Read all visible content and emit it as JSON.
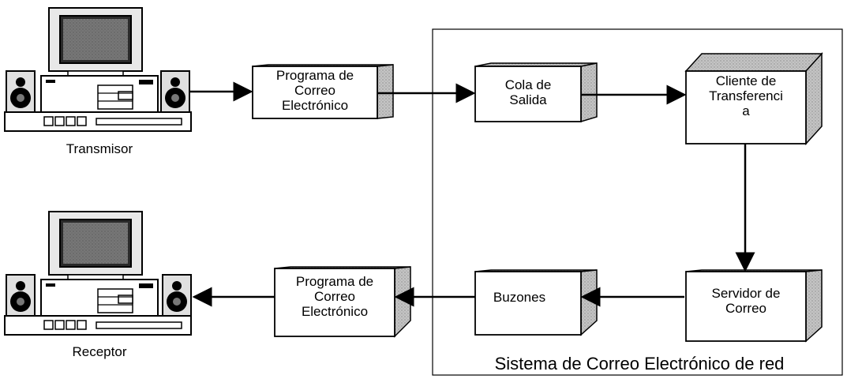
{
  "diagram": {
    "nodes": {
      "transmisor": {
        "label": "Transmisor"
      },
      "receptor": {
        "label": "Receptor"
      },
      "programa_envio": {
        "lines": [
          "Programa de",
          "Correo",
          "Electrónico"
        ]
      },
      "cola": {
        "lines": [
          "Cola de",
          "Salida"
        ]
      },
      "cliente": {
        "lines": [
          "Cliente de",
          "Transferenci",
          "a"
        ]
      },
      "servidor": {
        "lines": [
          "Servidor de",
          "Correo"
        ]
      },
      "buzones": {
        "lines": [
          "Buzones"
        ]
      },
      "programa_recepcion": {
        "lines": [
          "Programa de",
          "Correo",
          "Electrónico"
        ]
      }
    },
    "system_label": "Sistema de Correo Electrónico de red",
    "colors": {
      "box_front": "#ffffff",
      "box_side": "#b8b8b8",
      "box_top": "#d6d6d6",
      "stroke": "#000000",
      "background": "#ffffff"
    }
  }
}
